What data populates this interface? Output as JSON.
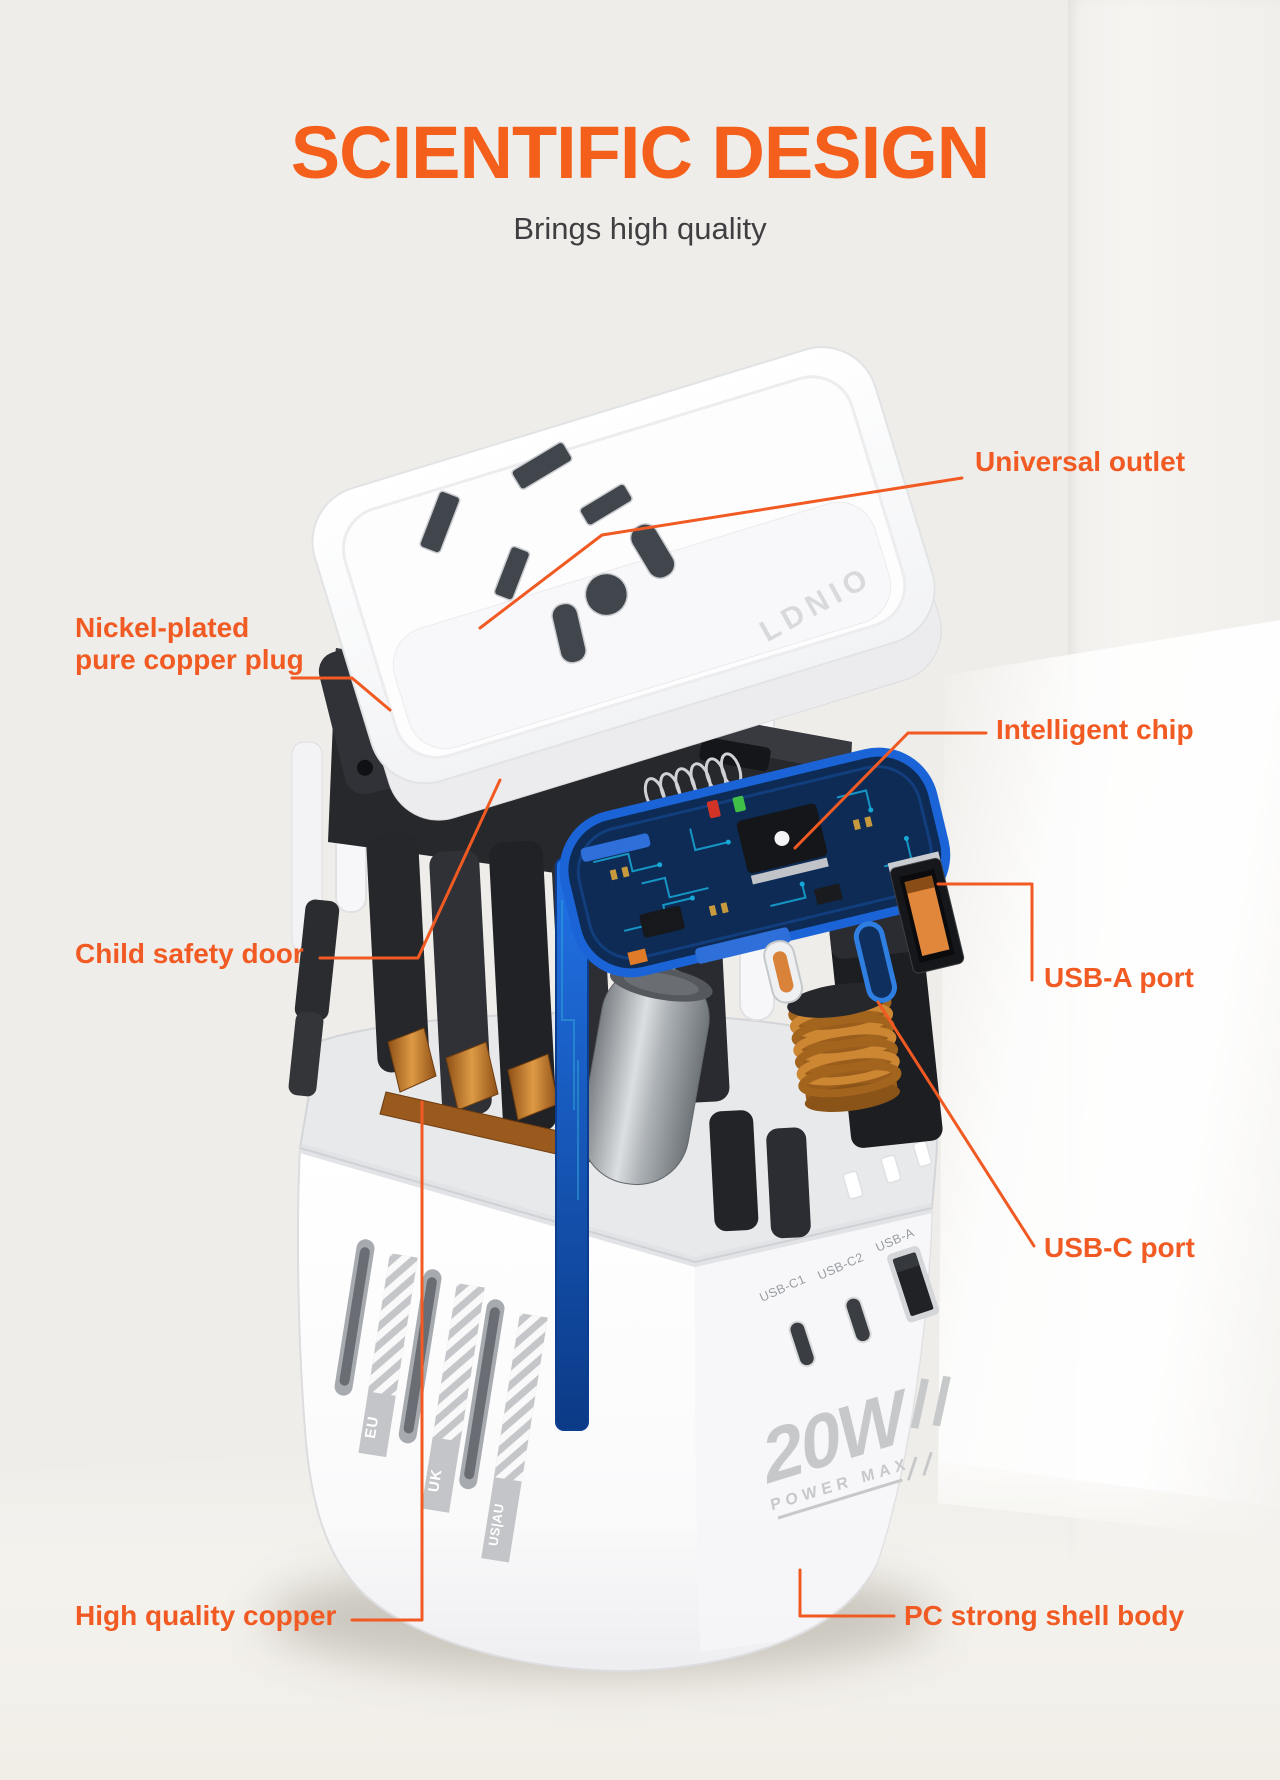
{
  "header": {
    "title": "SCIENTIFIC DESIGN",
    "subtitle": "Brings high quality"
  },
  "callouts": {
    "universal_outlet": "Universal outlet",
    "nickel_plated_line1": "Nickel-plated",
    "nickel_plated_line2": "pure copper plug",
    "intelligent_chip": "Intelligent chip",
    "child_safety_door": "Child safety door",
    "usb_a_port": "USB-A port",
    "usb_c_port": "USB-C port",
    "high_quality_copper": "High quality copper",
    "pc_shell_body": "PC strong shell body"
  },
  "product": {
    "brand": "LDNIO",
    "wattage": "20W",
    "power_label": "POWER MAX",
    "ports": {
      "c1": "USB-C1",
      "c2": "USB-C2",
      "a": "USB-A"
    },
    "regions": {
      "eu": "EU",
      "uk": "UK",
      "usau": "US|AU"
    }
  },
  "colors": {
    "accent": "#F15A22",
    "title": "#F4601C",
    "subtitle": "#3F3F41",
    "pcb_blue": "#1B64D8",
    "pcb_dark": "#0D2B55",
    "copper": "#C8812F",
    "background": "#EFEDE9"
  }
}
